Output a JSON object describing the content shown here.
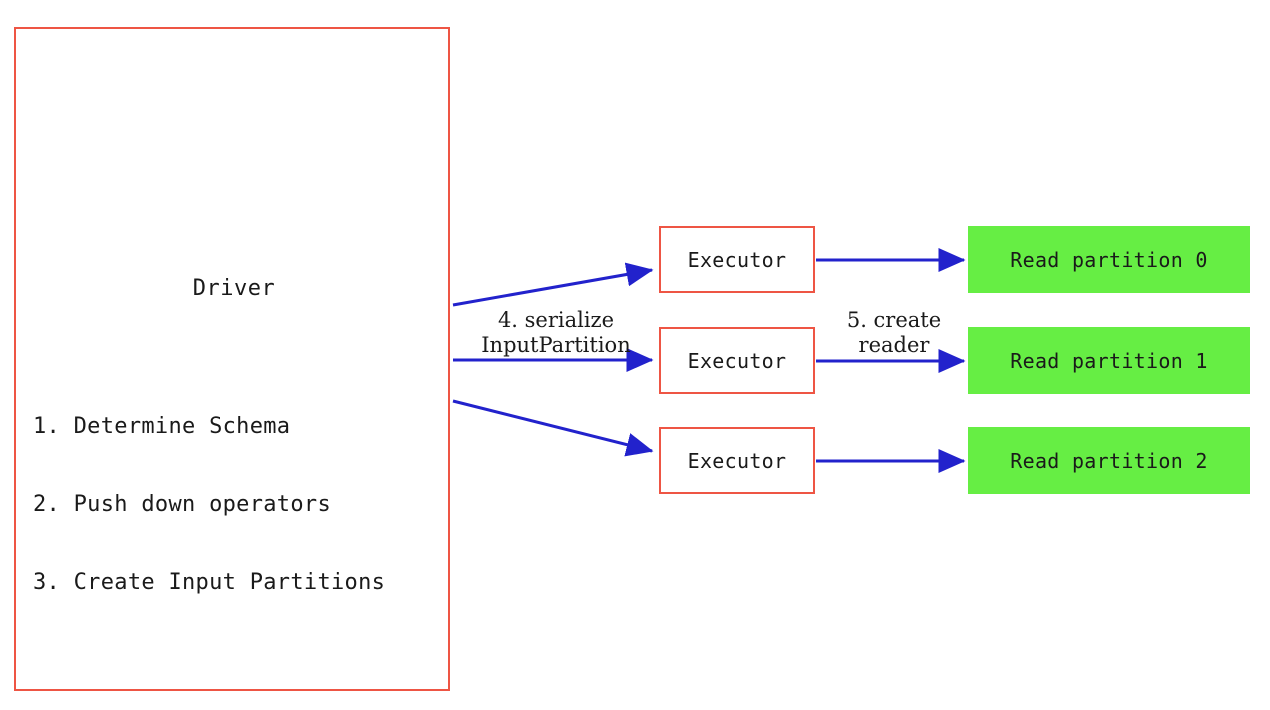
{
  "diagram": {
    "type": "flow-diagram",
    "colors": {
      "box_border_red": "#ee5544",
      "partition_fill_green": "#66ee44",
      "arrow_blue": "#2222cc",
      "background": "#ffffff",
      "text": "#1a1a1a"
    },
    "driver": {
      "title": "Driver",
      "steps": [
        "1. Determine Schema",
        "2. Push down operators",
        "3. Create Input Partitions"
      ]
    },
    "executors": [
      {
        "label": "Executor"
      },
      {
        "label": "Executor"
      },
      {
        "label": "Executor"
      }
    ],
    "partitions": [
      {
        "label": "Read partition 0"
      },
      {
        "label": "Read partition 1"
      },
      {
        "label": "Read partition 2"
      }
    ],
    "edge_labels": {
      "serialize": {
        "line1": "4. serialize",
        "line2": "InputPartition"
      },
      "create_reader": {
        "line1": "5. create",
        "line2": "reader"
      }
    }
  }
}
